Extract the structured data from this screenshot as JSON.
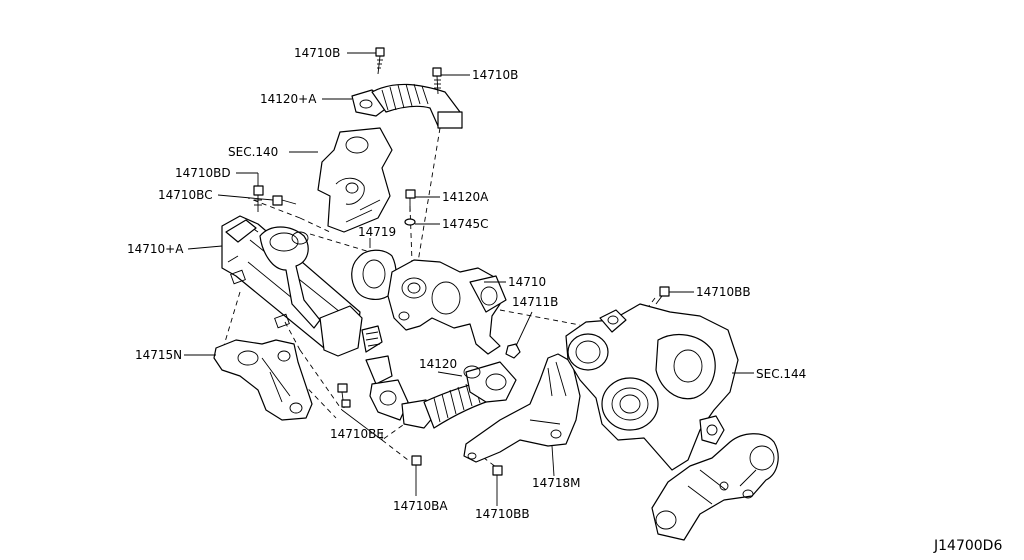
{
  "diagram": {
    "id_code": "J14700D6",
    "labels": {
      "bolt_top_left": "14710B",
      "bolt_top_right": "14710B",
      "hose_upper": "14120+A",
      "sec140": "SEC.140",
      "bolt_bd": "14710BD",
      "bolt_bc": "14710BC",
      "bolt_14120a": "14120A",
      "washer": "14745C",
      "gasket": "14719",
      "cooler": "14710+A",
      "valve": "14710",
      "nut": "14711B",
      "bolt_bb_right": "14710BB",
      "sec144": "SEC.144",
      "bracket": "14715N",
      "hose_lower": "14120",
      "bolt_be": "14710BE",
      "pipe_bm": "14718M",
      "bolt_ba": "14710BA",
      "bolt_bb_bottom": "14710BB"
    }
  }
}
